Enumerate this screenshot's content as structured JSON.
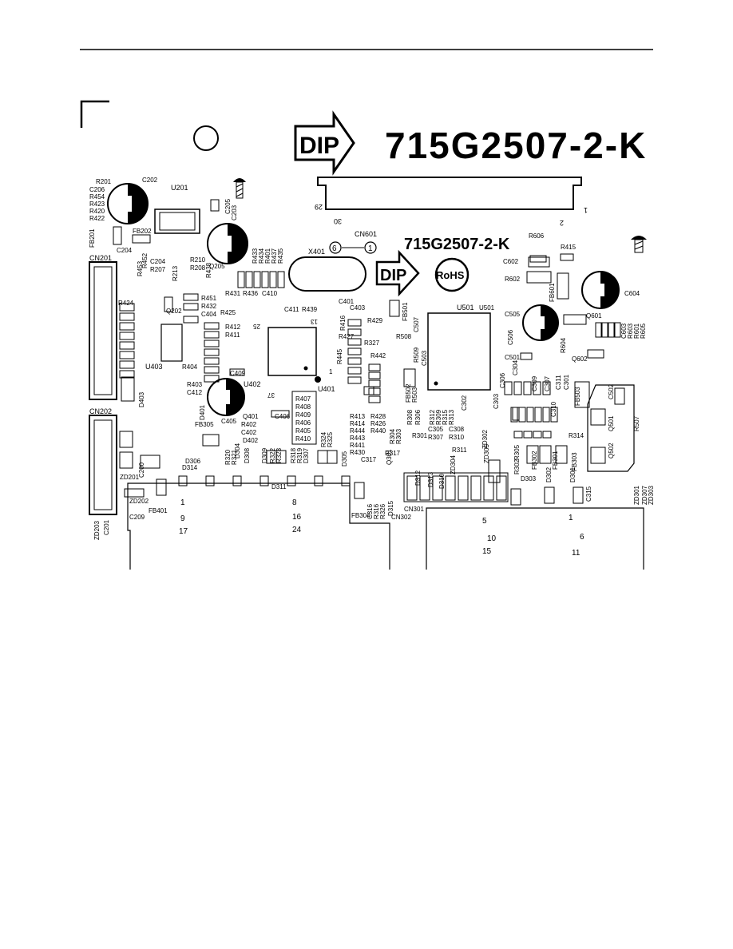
{
  "board": {
    "part_number_large": "715G2507-2-K",
    "part_number_small": "715G2507-2-K",
    "dip_text": "DIP",
    "rohs_text": "RoHS",
    "connector_cn601": "CN601",
    "cn601_pin_30": "30",
    "cn601_pin_29": "29",
    "cn601_pin_2": "2",
    "cn601_pin_1": "1",
    "fiducial_6": "6",
    "fiducial_1": "1"
  },
  "chips": {
    "u201": "U201",
    "u401": "U401",
    "u402": "U402",
    "u403": "U403",
    "u501": "U501",
    "x401": "X401",
    "u401_pin25": "25",
    "u401_pin13": "13",
    "u401_pin1": "1",
    "u401_pin37": "37"
  },
  "connectors": {
    "cn201": "CN201",
    "cn202": "CN202",
    "cn301": "CN301",
    "cn302": "CN302",
    "cn302_p1": "1",
    "cn302_p8": "8",
    "cn302_p9": "9",
    "cn302_p16": "16",
    "cn302_p17": "17",
    "cn302_p24": "24",
    "cn301_p5": "5",
    "cn301_p1": "1",
    "cn301_p10": "10",
    "cn301_p6": "6",
    "cn301_p15": "15",
    "cn301_p11": "11"
  },
  "labels": [
    "R201",
    "C206",
    "R454",
    "R423",
    "R420",
    "R422",
    "C202",
    "FB201",
    "FB202",
    "C204",
    "C205",
    "C203",
    "R453",
    "R452",
    "C204",
    "R207",
    "R210",
    "R208",
    "R213",
    "Q205",
    "R438",
    "R433",
    "R434",
    "R401",
    "R437",
    "R435",
    "R451",
    "R432",
    "C404",
    "Q202",
    "R424",
    "R425",
    "R431",
    "R436",
    "C410",
    "C411",
    "R439",
    "C401",
    "C403",
    "R412",
    "R411",
    "R416",
    "R429",
    "R427",
    "R327",
    "R445",
    "R442",
    "FB501",
    "C507",
    "R508",
    "R509",
    "C503",
    "R404",
    "C409",
    "R403",
    "C412",
    "D403",
    "D401",
    "C405",
    "Q401",
    "R402",
    "C402",
    "D402",
    "C406",
    "R407",
    "R408",
    "R409",
    "R406",
    "R405",
    "R410",
    "R413",
    "R414",
    "R444",
    "R443",
    "R441",
    "R430",
    "R428",
    "R426",
    "R440",
    "FB305",
    "R320",
    "R321",
    "D308",
    "D309",
    "R322",
    "R323",
    "R318",
    "R319",
    "D307",
    "R324",
    "R325",
    "D305",
    "C317",
    "D306",
    "D304",
    "D314",
    "D311",
    "C200",
    "ZD201",
    "ZD202",
    "FB401",
    "C209",
    "ZD203",
    "C201",
    "FB304",
    "C316",
    "R316",
    "R326",
    "D315",
    "R317",
    "Q301",
    "D312",
    "D313",
    "D310",
    "ZD304",
    "ZD305",
    "ZD302",
    "R302",
    "R305",
    "D303",
    "D302",
    "D301",
    "C315",
    "ZD301",
    "ZD307",
    "ZD303",
    "FB302",
    "FB301",
    "FB303",
    "R304",
    "R303",
    "R308",
    "R301",
    "R306",
    "C305",
    "R307",
    "R312",
    "R309",
    "R315",
    "R313",
    "C308",
    "R310",
    "R311",
    "C302",
    "C303",
    "C306",
    "C304",
    "C309",
    "C307",
    "C311",
    "C301",
    "C310",
    "R314",
    "FB503",
    "C502",
    "Q501",
    "Q502",
    "R507",
    "FB502",
    "R503",
    "U501",
    "C505",
    "C506",
    "C501",
    "R604",
    "Q602",
    "Q601",
    "C603",
    "R603",
    "R601",
    "R605",
    "R606",
    "R415",
    "C602",
    "R602",
    "FB601",
    "C604"
  ]
}
